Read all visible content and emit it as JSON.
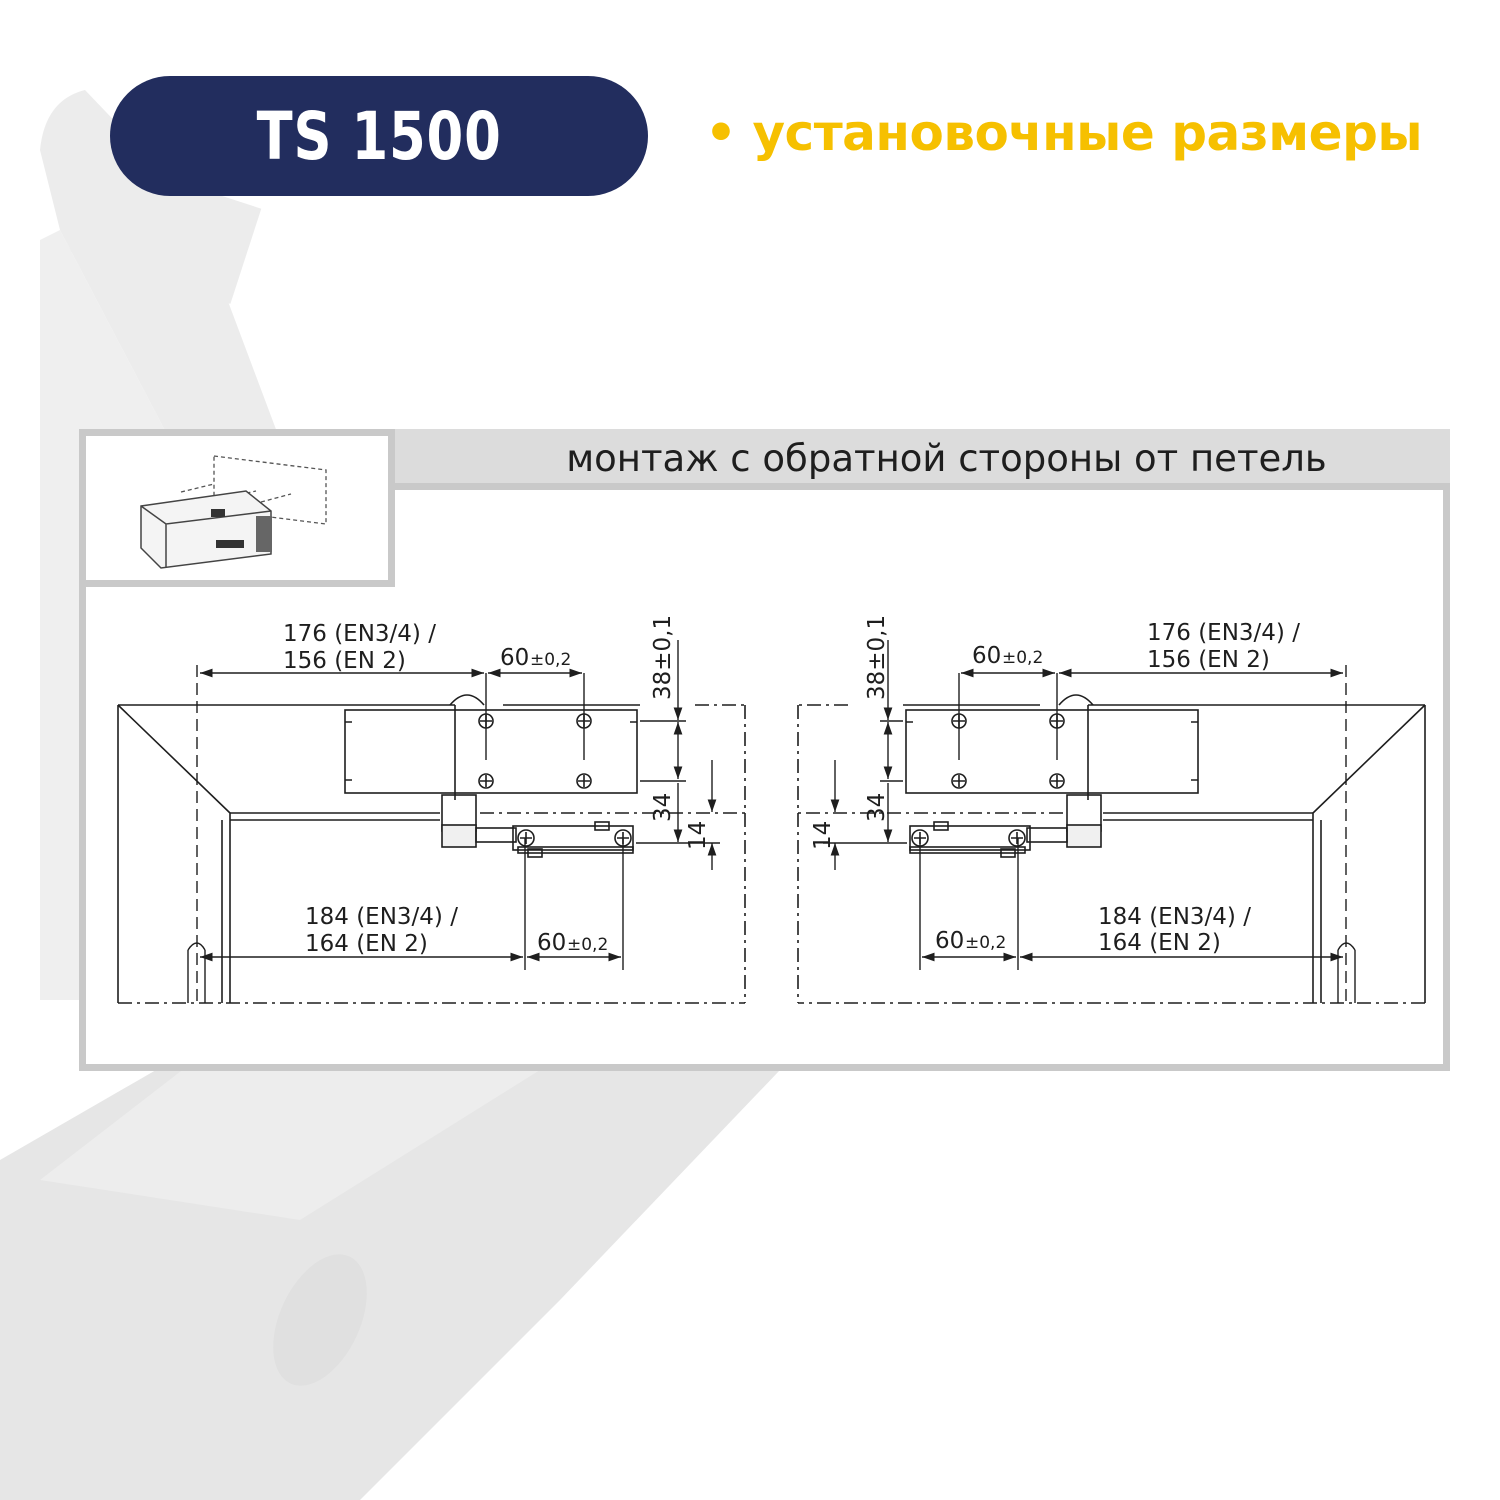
{
  "header": {
    "badge_label": "TS 1500",
    "bullet": "•",
    "subtitle": "установочные размеры"
  },
  "panel": {
    "title": "монтаж с обратной стороны от петель"
  },
  "dimensions": {
    "left": {
      "top_width_line1": "176 (EN3/4) /",
      "top_width_line2": "156 (EN 2)",
      "top_pitch_value": "60",
      "top_pitch_tol": "±0,2",
      "vertical_offset": "38±0,1",
      "vertical_34": "34",
      "vertical_14": "14",
      "bottom_width_line1": "184 (EN3/4) /",
      "bottom_width_line2": "164 (EN 2)",
      "bottom_pitch_value": "60",
      "bottom_pitch_tol": "±0,2"
    },
    "right": {
      "top_width_line1": "176 (EN3/4) /",
      "top_width_line2": "156 (EN 2)",
      "top_pitch_value": "60",
      "top_pitch_tol": "±0,2",
      "vertical_offset": "38±0,1",
      "vertical_34": "34",
      "vertical_14": "14",
      "bottom_width_line1": "184 (EN3/4) /",
      "bottom_width_line2": "164 (EN 2)",
      "bottom_pitch_value": "60",
      "bottom_pitch_tol": "±0,2"
    }
  },
  "colors": {
    "badge_bg": "#222d5e",
    "accent_yellow": "#f6c000",
    "panel_border": "#c9c9c9",
    "header_bg": "#dcdcdc",
    "line": "#1e1e1e"
  }
}
